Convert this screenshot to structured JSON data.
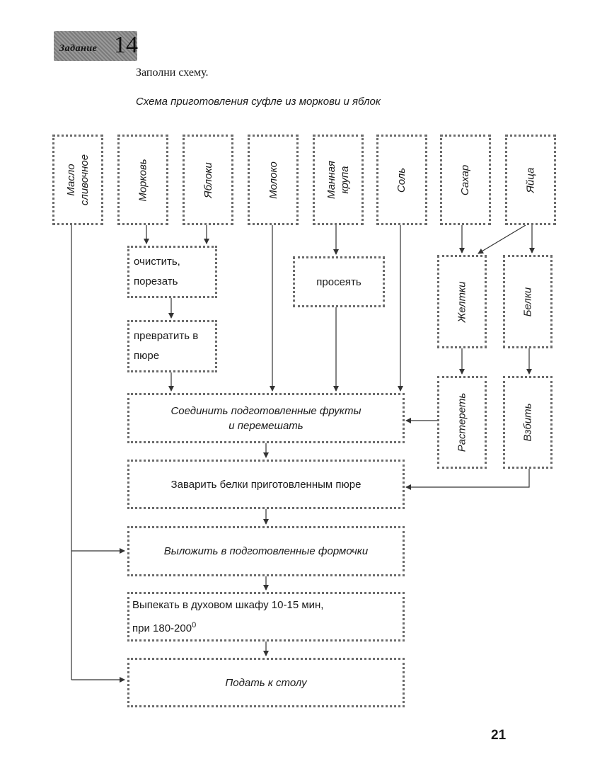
{
  "task": {
    "word": "Задание",
    "number": "14"
  },
  "instruction": "Заполни схему.",
  "scheme_title": "Схема приготовления суфле из моркови и яблок",
  "ingredients": [
    {
      "label": "Масло\nсливочное"
    },
    {
      "label": "Морковь"
    },
    {
      "label": "Яблоки"
    },
    {
      "label": "Молоко"
    },
    {
      "label": "Манная\nкрупа"
    },
    {
      "label": "Соль"
    },
    {
      "label": "Сахар"
    },
    {
      "label": "Яйца"
    }
  ],
  "steps": {
    "clean": "очистить,\nпорезать",
    "puree": "превратить в\nпюре",
    "sift": "просеять",
    "yolks": "Желтки",
    "whites": "Белки",
    "grind": "Растереть",
    "whip": "Взбить",
    "combine": "Соединить подготовленные фрукты\nи перемешать",
    "brew": "Заварить белки приготовленным пюре",
    "place": "Выложить в подготовленные формочки",
    "bake_main": "Выпекать в духовом шкафу 10-15 мин,\nпри 180-200",
    "bake_sup": "0",
    "serve": "Подать к столу"
  },
  "page_number": "21"
}
